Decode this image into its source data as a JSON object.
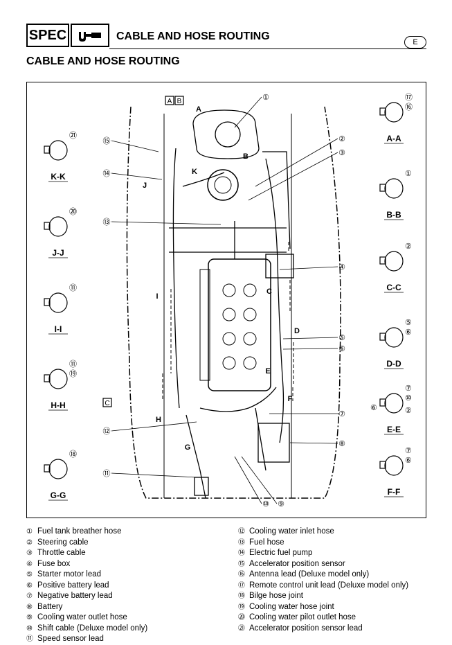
{
  "header": {
    "spec_label": "SPEC",
    "tool_icon": "wrench-icon",
    "title": "CABLE AND HOSE ROUTING",
    "lang": "E"
  },
  "section_title": "CABLE AND HOSE ROUTING",
  "figure": {
    "sections": [
      {
        "label": "A-A",
        "numbers": [
          "⑰",
          "⑯"
        ]
      },
      {
        "label": "B-B",
        "numbers": [
          "①"
        ]
      },
      {
        "label": "C-C",
        "numbers": [
          "②"
        ]
      },
      {
        "label": "D-D",
        "numbers": [
          "⑤",
          "⑥"
        ]
      },
      {
        "label": "E-E",
        "numbers": [
          "⑦",
          "⑩",
          "⑥",
          "②"
        ]
      },
      {
        "label": "F-F",
        "numbers": [
          "⑦",
          "⑥"
        ]
      },
      {
        "label": "K-K",
        "numbers": [
          "㉑"
        ]
      },
      {
        "label": "J-J",
        "numbers": [
          "⑳"
        ]
      },
      {
        "label": "I-I",
        "numbers": [
          "⑪"
        ]
      },
      {
        "label": "H-H",
        "numbers": [
          "⑪",
          "⑲"
        ]
      },
      {
        "label": "G-G",
        "numbers": [
          "⑱"
        ]
      }
    ],
    "boxed_letters": [
      "A",
      "B",
      "C"
    ],
    "cut_letters": [
      "A",
      "B",
      "C",
      "D",
      "E",
      "F",
      "G",
      "H",
      "I",
      "J",
      "K"
    ],
    "callouts": [
      "①",
      "②",
      "③",
      "④",
      "⑤",
      "⑥",
      "⑦",
      "⑧",
      "⑨",
      "⑩",
      "⑪",
      "⑫",
      "⑬",
      "⑭",
      "⑮"
    ]
  },
  "legend_left": [
    {
      "num": "①",
      "text": "Fuel tank breather hose"
    },
    {
      "num": "②",
      "text": "Steering cable"
    },
    {
      "num": "③",
      "text": "Throttle cable"
    },
    {
      "num": "④",
      "text": "Fuse box"
    },
    {
      "num": "⑤",
      "text": "Starter motor lead"
    },
    {
      "num": "⑥",
      "text": "Positive battery lead"
    },
    {
      "num": "⑦",
      "text": "Negative battery lead"
    },
    {
      "num": "⑧",
      "text": "Battery"
    },
    {
      "num": "⑨",
      "text": "Cooling water outlet hose"
    },
    {
      "num": "⑩",
      "text": "Shift cable (Deluxe model only)"
    },
    {
      "num": "⑪",
      "text": "Speed sensor lead"
    }
  ],
  "legend_right": [
    {
      "num": "⑫",
      "text": "Cooling water inlet hose"
    },
    {
      "num": "⑬",
      "text": "Fuel hose"
    },
    {
      "num": "⑭",
      "text": "Electric fuel pump"
    },
    {
      "num": "⑮",
      "text": "Accelerator position sensor"
    },
    {
      "num": "⑯",
      "text": "Antenna lead (Deluxe model only)"
    },
    {
      "num": "⑰",
      "text": "Remote control unit lead (Deluxe model only)"
    },
    {
      "num": "⑱",
      "text": "Bilge hose joint"
    },
    {
      "num": "⑲",
      "text": "Cooling water hose joint"
    },
    {
      "num": "⑳",
      "text": "Cooling water pilot outlet hose"
    },
    {
      "num": "㉑",
      "text": "Accelerator position sensor lead"
    }
  ]
}
